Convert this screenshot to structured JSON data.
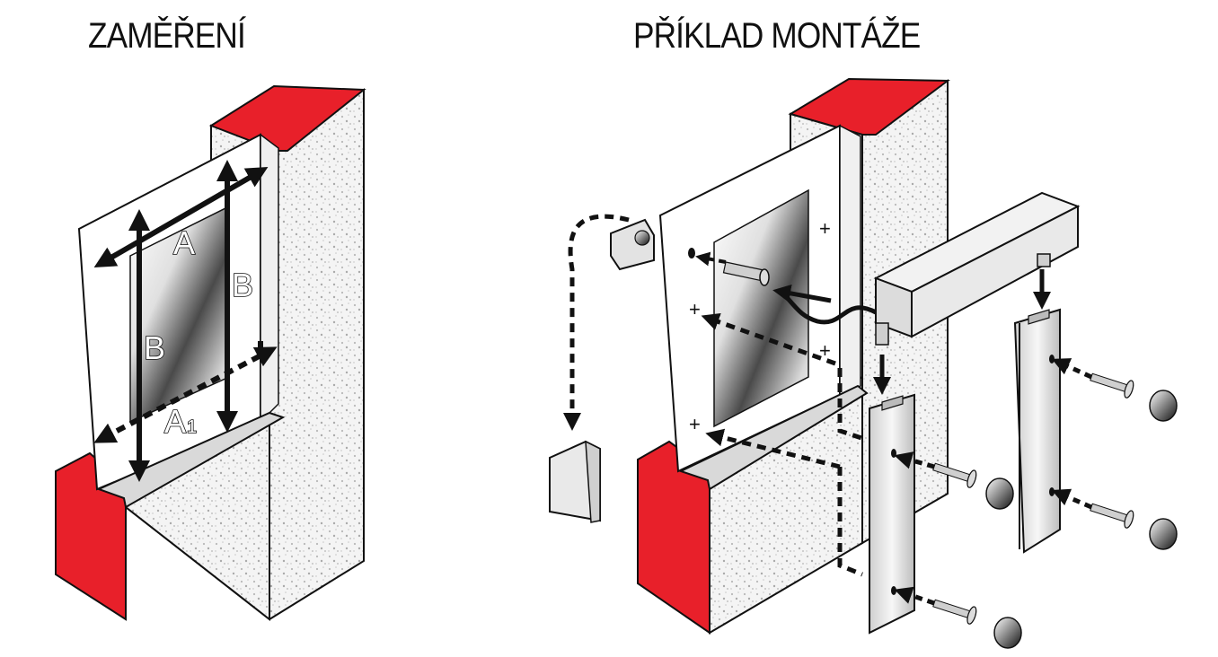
{
  "titles": {
    "measurement": "ZAMĚŘENÍ",
    "assembly": "PŘÍKLAD MONTÁŽE"
  },
  "labels": {
    "width": "A",
    "height_outer": "B",
    "height_inner": "B",
    "width_sill": "A",
    "width_sill_sub": "1",
    "mount_mark": "+"
  },
  "colors": {
    "wall_cut": "#e8202a",
    "plaster": "#f2f2f2",
    "frame": "#ffffff",
    "outline": "#111111",
    "rail": "#e6e6e6"
  }
}
